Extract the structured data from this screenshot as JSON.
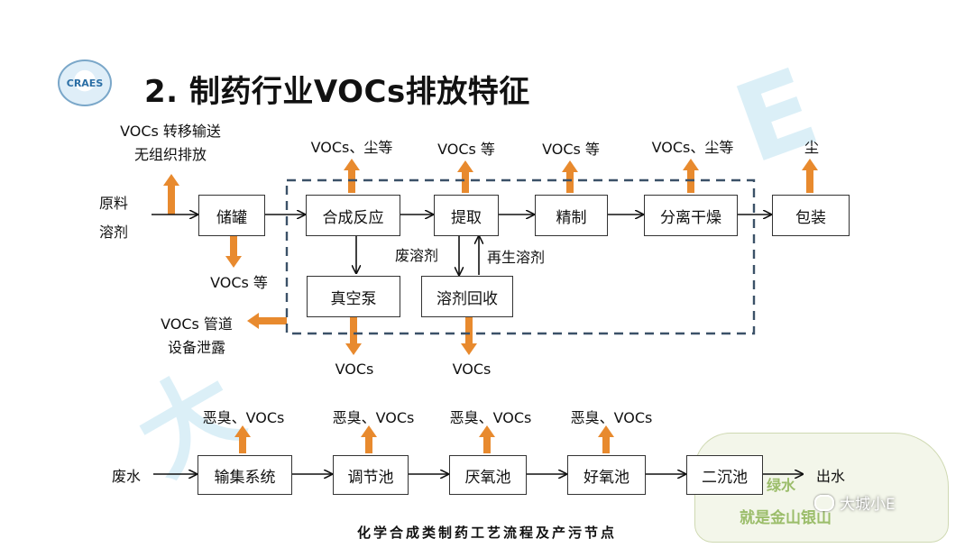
{
  "title": "2. 制药行业VOCs排放特征",
  "logo_text": "CRAES",
  "caption": "化学合成类制药工艺流程及产污节点",
  "colors": {
    "arrow": "#E88A2E",
    "dashed_border": "#3B5168",
    "box_border": "#333333",
    "watermark": "#BFE3F2"
  },
  "process": {
    "inputs": {
      "line1": "原料",
      "line2": "溶剂"
    },
    "boxes": {
      "storage": "储罐",
      "synthesis": "合成反应",
      "extraction": "提取",
      "refining": "精制",
      "separation_drying": "分离干燥",
      "packaging": "包装",
      "vacuum_pump": "真空泵",
      "solvent_recovery": "溶剂回收"
    },
    "emissions": {
      "transfer_line1": "VOCs 转移输送",
      "transfer_line2": "无组织排放",
      "storage": "VOCs 等",
      "synthesis": "VOCs、尘等",
      "extraction": "VOCs 等",
      "refining": "VOCs 等",
      "drying": "VOCs、尘等",
      "packaging": "尘",
      "leak_line1": "VOCs 管道",
      "leak_line2": "设备泄露",
      "vacuum_pump": "VOCs",
      "solvent_recovery": "VOCs"
    },
    "flows": {
      "waste_solvent": "废溶剂",
      "regenerated_solvent": "再生溶剂"
    }
  },
  "wastewater": {
    "input": "废水",
    "output": "出水",
    "boxes": {
      "collection": "输集系统",
      "regulating_tank": "调节池",
      "anaerobic_tank": "厌氧池",
      "aerobic_tank": "好氧池",
      "secondary_settling": "二沉池"
    },
    "emissions": {
      "collection": "恶臭、VOCs",
      "regulating_tank": "恶臭、VOCs",
      "anaerobic_tank": "恶臭、VOCs",
      "aerobic_tank": "恶臭、VOCs"
    }
  },
  "watermark": {
    "badge": "大城小E",
    "slogan_line1": "绿水",
    "slogan_line2": "就是金山银山"
  }
}
